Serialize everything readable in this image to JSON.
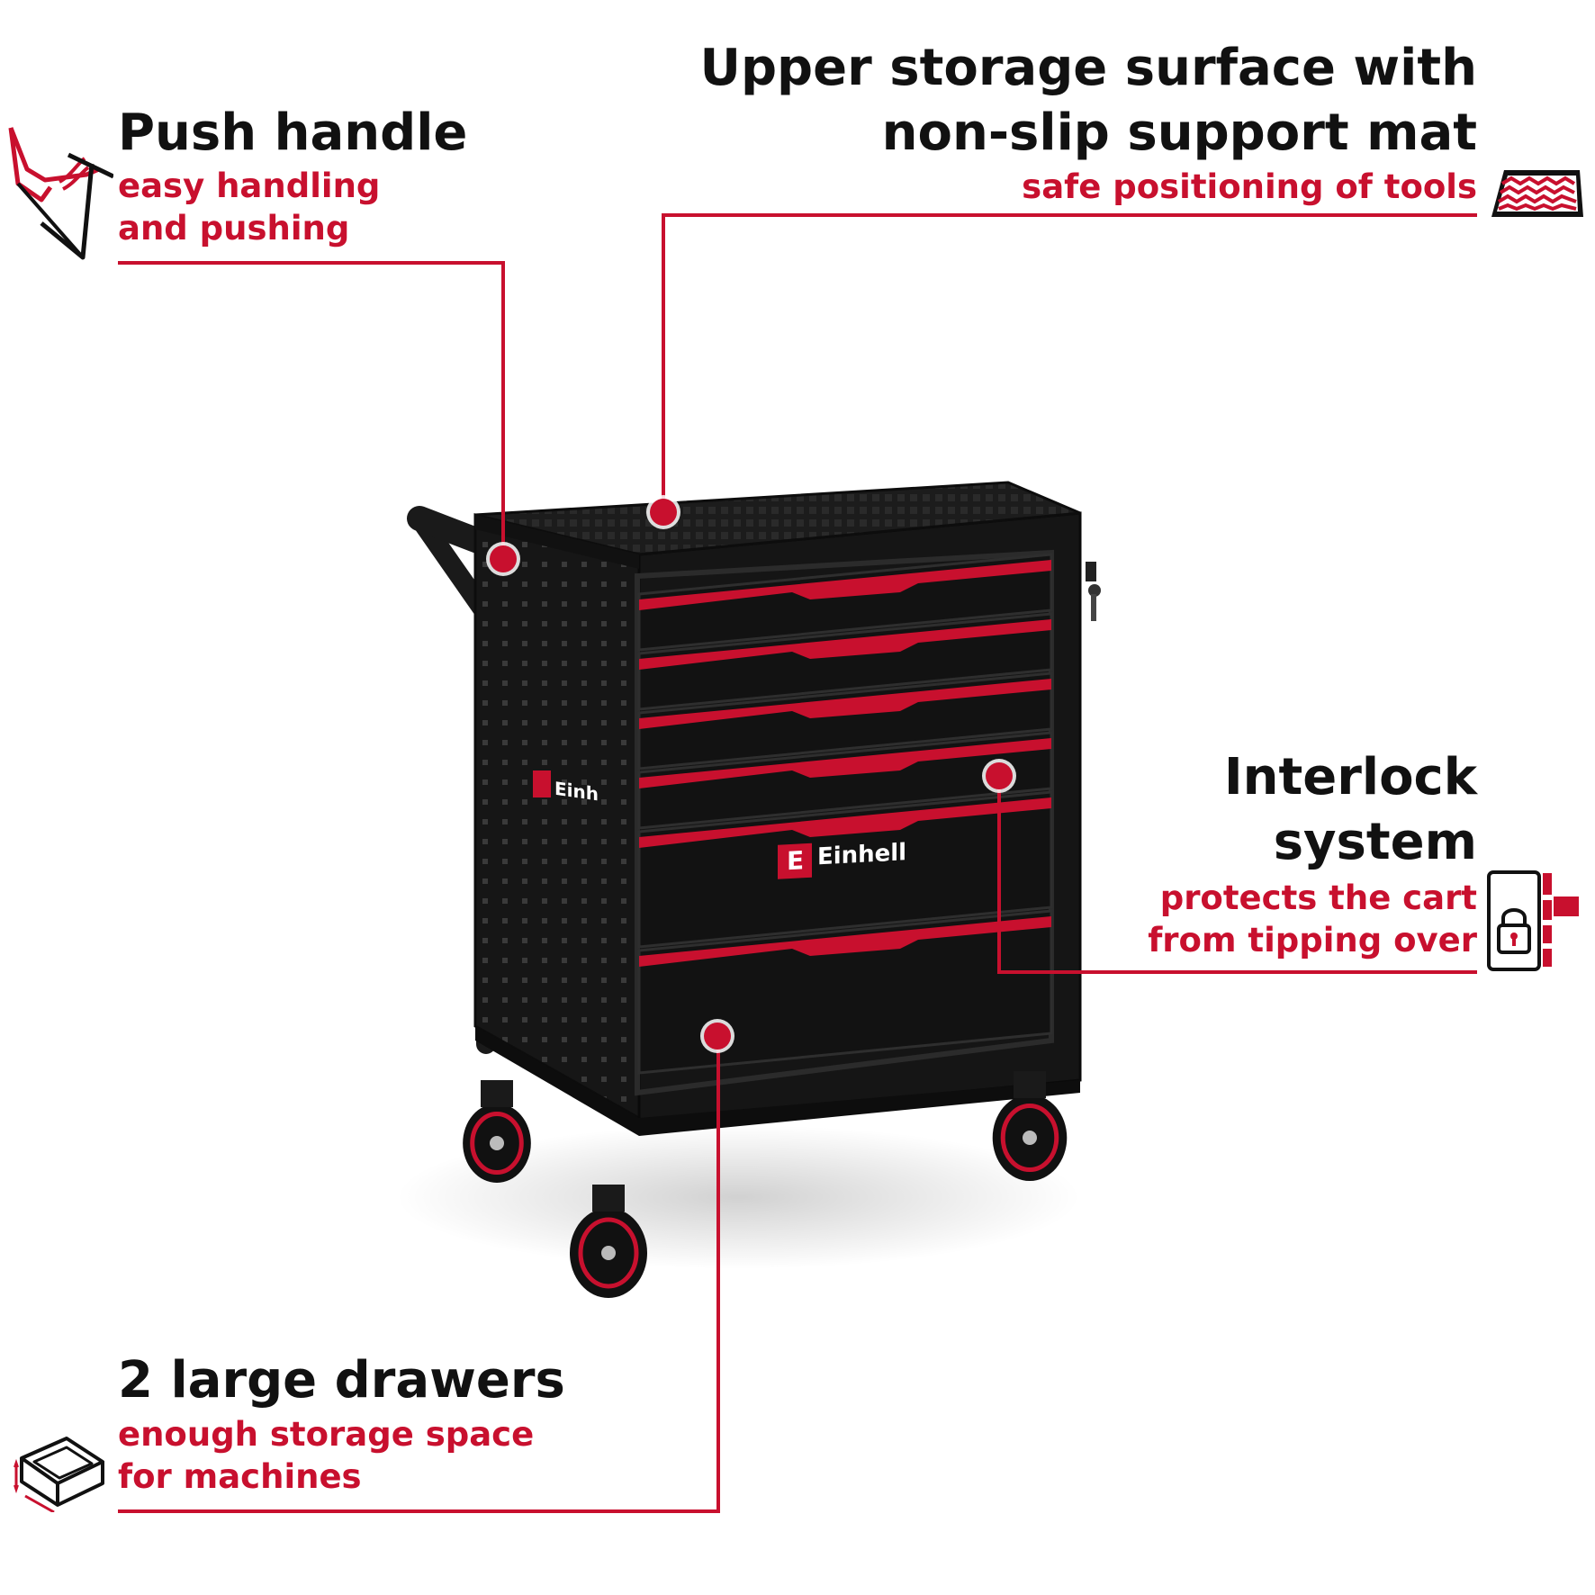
{
  "features": {
    "push_handle": {
      "title": "Push handle",
      "line1": "easy handling",
      "line2": "and pushing",
      "icon": "hand-push-icon"
    },
    "upper_storage": {
      "title_line1": "Upper storage surface with",
      "title_line2": "non-slip support mat",
      "subtitle": "safe positioning of tools",
      "icon": "non-slip-mat-icon"
    },
    "interlock": {
      "title_line1": "Interlock",
      "title_line2": "system",
      "line1": "protects the cart",
      "line2": "from tipping over",
      "icon": "lock-door-icon"
    },
    "large_drawers": {
      "title": "2 large drawers",
      "line1": "enough storage space",
      "line2": "for machines",
      "icon": "open-box-icon"
    }
  },
  "product": {
    "brand_logo_text": "Einhell",
    "drawer_count": 6,
    "colors": {
      "accent": "#c8102e",
      "body": "#1a1a1a",
      "text": "#111111"
    }
  }
}
